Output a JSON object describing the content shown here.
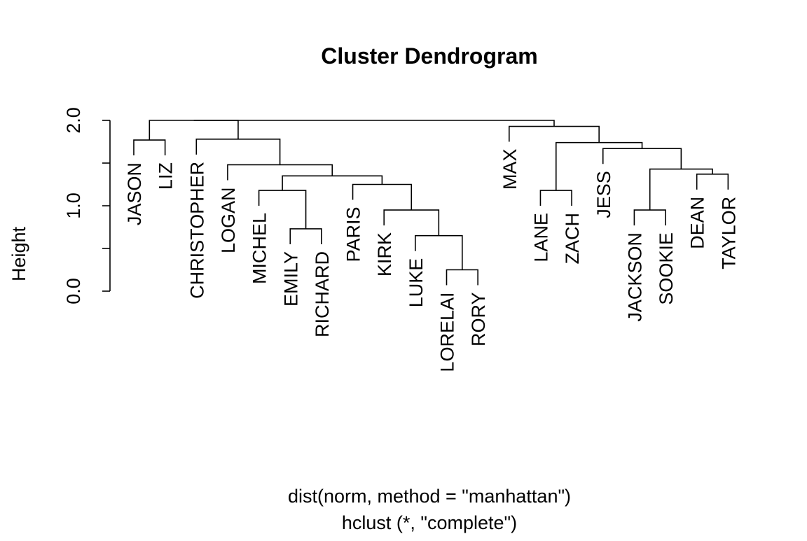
{
  "chart_data": {
    "type": "dendrogram",
    "title": "Cluster Dendrogram",
    "ylabel": "Height",
    "xlabel": "dist(norm, method = \"manhattan\")",
    "sublabel": "hclust (*, \"complete\")",
    "ylim": [
      0,
      2.0
    ],
    "yticks": [
      0.0,
      1.0,
      2.0
    ],
    "ytick_labels": [
      "0.0",
      "1.0",
      "2.0"
    ],
    "leaves": [
      "JASON",
      "LIZ",
      "CHRISTOPHER",
      "LOGAN",
      "MICHEL",
      "EMILY",
      "RICHARD",
      "PARIS",
      "KIRK",
      "LUKE",
      "LORELAI",
      "RORY",
      "MAX",
      "LANE",
      "ZACH",
      "JESS",
      "JACKSON",
      "SOOKIE",
      "DEAN",
      "TAYLOR"
    ],
    "merges": [
      {
        "left": "LORELAI",
        "right": "RORY",
        "height": 0.25
      },
      {
        "left": "EMILY",
        "right": "RICHARD",
        "height": 0.73
      },
      {
        "left": "JACKSON",
        "right": "SOOKIE",
        "height": 0.95
      },
      {
        "left": "LUKE",
        "right": "c1",
        "height": 0.65
      },
      {
        "left": "KIRK",
        "right": "c4",
        "height": 0.95
      },
      {
        "left": "LANE",
        "right": "ZACH",
        "height": 1.18
      },
      {
        "left": "MICHEL",
        "right": "c2",
        "height": 1.18
      },
      {
        "left": "PARIS",
        "right": "c5",
        "height": 1.25
      },
      {
        "left": "DEAN",
        "right": "TAYLOR",
        "height": 1.37
      },
      {
        "left": "c7",
        "right": "c8",
        "height": 1.35
      },
      {
        "left": "c3",
        "right": "c9",
        "height": 1.43
      },
      {
        "left": "LOGAN",
        "right": "c10",
        "height": 1.48
      },
      {
        "left": "JESS",
        "right": "c11",
        "height": 1.67
      },
      {
        "left": "c6",
        "right": "c13",
        "height": 1.74
      },
      {
        "left": "JASON",
        "right": "LIZ",
        "height": 1.77
      },
      {
        "left": "CHRISTOPHER",
        "right": "c12",
        "height": 1.78
      },
      {
        "left": "MAX",
        "right": "c14",
        "height": 1.93
      },
      {
        "left": "c15",
        "right": "c16",
        "height": 2.0
      },
      {
        "left": "c18",
        "right": "c17",
        "height": 2.0
      }
    ],
    "grid": false,
    "legend": "none"
  }
}
